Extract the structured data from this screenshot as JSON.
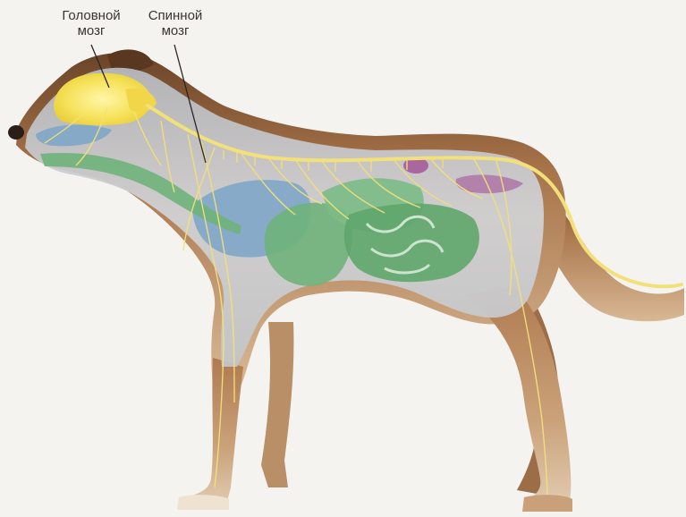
{
  "labels": {
    "brain": {
      "line1": "Головной",
      "line2": "мозг"
    },
    "spinal_cord": {
      "line1": "Спинной",
      "line2": "мозг"
    }
  },
  "colors": {
    "background": "#f4f3ef",
    "fur_base": "#a8744a",
    "fur_dark": "#6a4428",
    "fur_light": "#d8b894",
    "body_cavity": "#c9ccd0",
    "nerves": "#f2e07a",
    "brain": "#f6e25a",
    "lungs": "#7fa6c9",
    "digestive": "#6fb27a",
    "reproductive": "#b07aa8",
    "label_text": "#3a3530"
  }
}
